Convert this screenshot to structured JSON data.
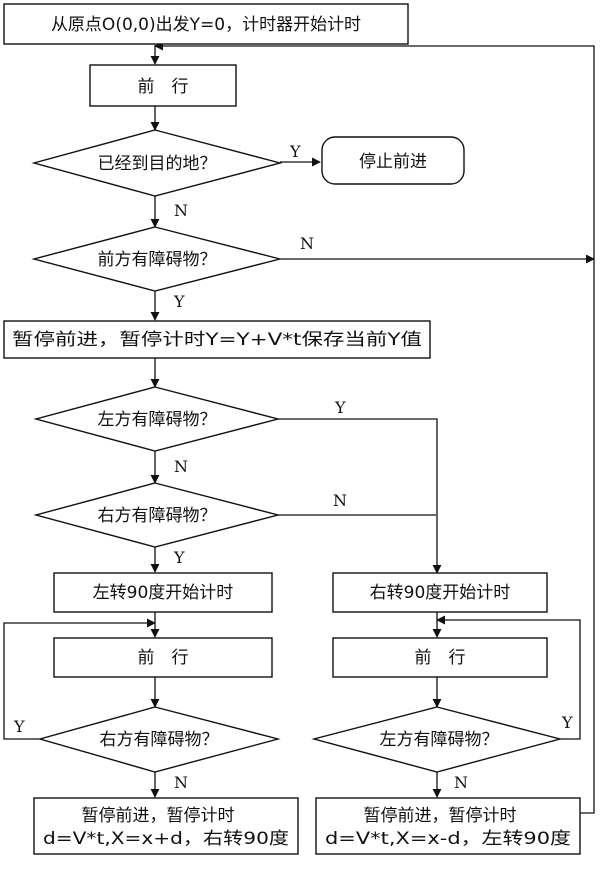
{
  "nodes": {
    "start": "从原点O(0,0)出发Y=0，计时器开始计时",
    "forward_1": "前　行",
    "check_arrived": "已经到目的地？",
    "stop": "停止前进",
    "check_front": "前方有障碍物？",
    "pause_save_line1": "暂停前进，暂停计时Y=Y+V*t保存当前Y值",
    "check_left": "左方有障碍物？",
    "check_right": "右方有障碍物？",
    "turn_left": "左转90度开始计时",
    "turn_right": "右转90度开始计时",
    "forward_left": "前　行",
    "forward_right": "前　行",
    "check_right_2": "右方有障碍物？",
    "check_left_2": "左方有障碍物？",
    "left_result_line1": "暂停前进，暂停计时",
    "left_result_line2": "d=V*t,X=x+d，右转90度",
    "right_result_line1": "暂停前进，暂停计时",
    "right_result_line2": "d=V*t,X=x-d，左转90度"
  },
  "labels": {
    "yes": "Y",
    "no": "N"
  }
}
